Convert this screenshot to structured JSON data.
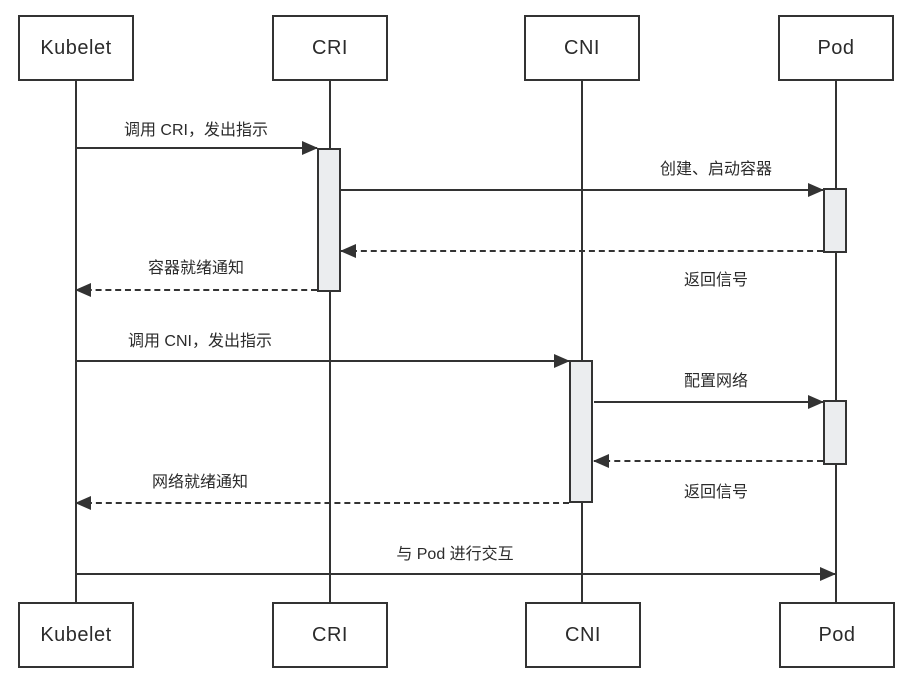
{
  "actors": [
    {
      "id": "kubelet",
      "label": "Kubelet"
    },
    {
      "id": "cri",
      "label": "CRI"
    },
    {
      "id": "cni",
      "label": "CNI"
    },
    {
      "id": "pod",
      "label": "Pod"
    }
  ],
  "messages": {
    "call_cri": "调用 CRI，发出指示",
    "create_start_container": "创建、启动容器",
    "return_signal_1": "返回信号",
    "container_ready": "容器就绪通知",
    "call_cni": "调用 CNI，发出指示",
    "configure_network": "配置网络",
    "return_signal_2": "返回信号",
    "network_ready": "网络就绪通知",
    "interact_with_pod": "与 Pod 进行交互"
  },
  "colors": {
    "line": "#333333",
    "activation_fill": "#ebedef",
    "background": "#ffffff",
    "text": "#2b2b2b"
  }
}
